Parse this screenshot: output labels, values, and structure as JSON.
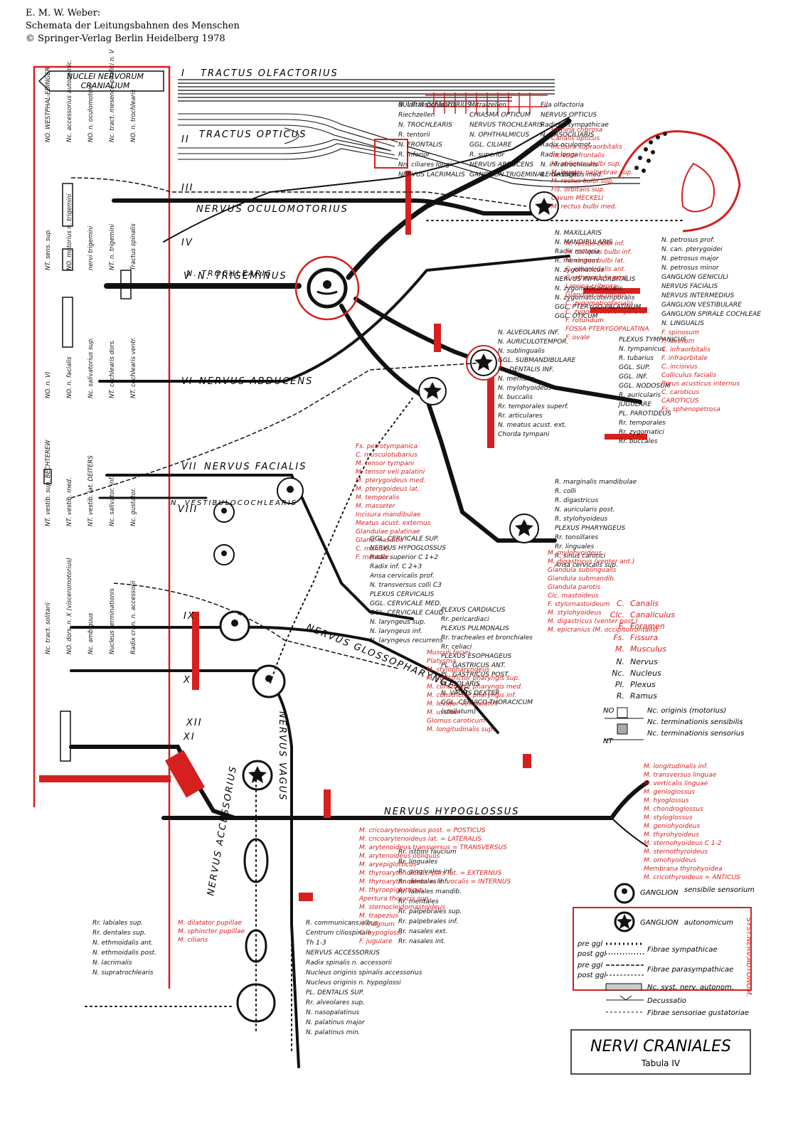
{
  "header": {
    "line1": "E. M. W. Weber:",
    "line2": "Schemata der Leitungsbahnen des Menschen",
    "line3": "© Springer-Verlag Berlin Heidelberg 1978"
  },
  "title_box": {
    "title": "NERVI CRANIALES",
    "subtitle": "Tabula IV"
  },
  "nuclei_box": {
    "line1": "NUCLEI NERVORUM",
    "line2": "CRANIALIUM"
  },
  "colors": {
    "ink": "#111111",
    "red": "#d6201f",
    "paper": "#ffffff"
  },
  "nerves": [
    {
      "id": "I",
      "label": "TRACTUS OLFACTORIUS"
    },
    {
      "id": "II",
      "label": "TRACTUS OPTICUS"
    },
    {
      "id": "III",
      "label": "NERVUS OCULOMOTORIUS"
    },
    {
      "id": "IV",
      "label": "N. TROCHLEARIS"
    },
    {
      "id": "V",
      "label": "N. TRIGEMINUS"
    },
    {
      "id": "VI",
      "label": "NERVUS ABDUCENS"
    },
    {
      "id": "VII",
      "label": "NERVUS FACIALIS"
    },
    {
      "id": "VIII",
      "label": "N. VESTIBULOCOCHLEARIS"
    },
    {
      "id": "IX",
      "label": "NERVUS GLOSSOPHARYNGEUS"
    },
    {
      "id": "X",
      "label": "NERVUS VAGUS"
    },
    {
      "id": "XI",
      "label": "NERVUS ACCESSORIUS"
    },
    {
      "id": "XII",
      "label": "NERVUS HYPOGLOSSUS"
    }
  ],
  "black_labels": [
    "BULBUS OLFACTORIUS",
    "Mitralzellen",
    "Fila olfactoria",
    "Riechzellen",
    "CHIASMA OPTICUM",
    "NERVUS OPTICUS",
    "N. TROCHLEARIS",
    "NERVUS TROCHLEARIS",
    "Radices sympathicae",
    "R. tentorii",
    "N. OPHTHALMICUS",
    "N. NASOCILIARIS",
    "N. FRONTALIS",
    "GGL. CILIARE",
    "Radix oculomot.",
    "R. inferior",
    "R. superior",
    "Radix longa",
    "Nn. ciliares longi",
    "NERVUS ABDUCENS",
    "N. infratrochlearis",
    "NERVUS LACRIMALIS",
    "GANGLION TRIGEMINALE GASSERI",
    "R. meningeus med.",
    "N. MAXILLARIS",
    "N. MANDIBULARIS",
    "Radix motoria",
    "R. meningeus",
    "N. zygomaticus",
    "NERVUS INFRAORBITALIS",
    "N. zygomaticofacialis",
    "N. zygomaticotemporalis",
    "GGL. PTERYGO-PALATINUM",
    "GGL. OTICUM",
    "N. petrosus prof.",
    "N. can. pterygoidei",
    "N. petrosus major",
    "N. petrosus minor",
    "GANGLION GENICULI",
    "NERVUS FACIALIS",
    "NERVUS INTERMEDIUS",
    "GANGLION VESTIBULARE",
    "GANGLION SPIRALE COCHLEAE",
    "N. LINGUALIS",
    "N. ALVEOLARIS INF.",
    "N. AURICULOTEMPOR.",
    "N. sublingualis",
    "GGL. SUBMANDIBULARE",
    "PL. DENTALIS INF.",
    "N. mentalis",
    "N. mylohyoideus",
    "N. buccalis",
    "Rr. temporales superf.",
    "Rr. articulares",
    "N. meatus acust. ext.",
    "Chorda tympani",
    "PLEXUS TYMPANICUS",
    "N. tympanicus",
    "R. tubarius",
    "GGL. SUP.",
    "GGL. INF.",
    "GGL. NODOSUM",
    "R. auricularis",
    "JUGULARE",
    "PL. PAROTIDEUS",
    "Rr. temporales",
    "Rr. zygomatici",
    "Rr. buccales",
    "R. marginalis mandibulae",
    "R. colli",
    "R. digastricus",
    "N. auricularis post.",
    "R. stylohyoideus",
    "PLEXUS PHARYNGEUS",
    "Rr. tonsillares",
    "Rr. linguales",
    "R. sinus carotici",
    "Ansa cervicalis sup.",
    "GGL. CERVICALE SUP.",
    "NERVUS HYPOGLOSSUS",
    "Radix superior C 1+2",
    "Radix inf. C 2+3",
    "Ansa cervicalis prof.",
    "N. transversus colli C3",
    "PLEXUS CERVICALIS",
    "GGL. CERVICALE MED.",
    "GGL. CERVICALE CAUD.",
    "N. laryngeus sup.",
    "N. laryngeus inf.",
    "N. laryngeus recurrens",
    "PLEXUS CARDIACUS",
    "Rr. pericardiaci",
    "PLEXUS PULMONALIS",
    "Rr. tracheales et bronchiales",
    "Rr. celiaci",
    "PLEXUS ESOPHAGEUS",
    "PL. GASTRICUS ANT.",
    "PL. GASTRICUS POST.",
    "PL. SOLARIS",
    "N. VAGUS DEXTER",
    "GGL. CERVICO-THORACICUM",
    "(stellatum)",
    "R. communicans albus",
    "Centrum ciliospinale",
    "Th 1-3",
    "NERVUS ACCESSORIUS",
    "Radix spinalis n. accessorii",
    "Nucleus originis spinalis accessorius",
    "Nucleus originis n. hypoglossi",
    "PL. DENTALIS SUP.",
    "Rr. alveolares sup.",
    "N. nasopalatinus",
    "N. palatinus major",
    "N. palatinus min.",
    "Rr. isthmi faucium",
    "Rr. linguales",
    "Rr. gingivales inf.",
    "Rr. dentales inf.",
    "Rr. labiales mandib.",
    "Rr. mentales",
    "Rr. palpebrales sup.",
    "Rr. palpebrales inf.",
    "Rr. nasales ext.",
    "Rr. nasales int.",
    "Rr. labiales sup.",
    "Rr. dentales sup.",
    "N. ethmoidalis ant.",
    "N. ethmoidalis post.",
    "N. lacrimalis",
    "N. supratrochlearis",
    "N. infratrochlearis"
  ],
  "red_labels": [
    "Lamina cribrosa",
    "Canalis opticus",
    "Incisura supraorbitalis",
    "Incisura frontalis",
    "M. obliquus bulbi sup.",
    "M. levator palpebrae sup.",
    "M. rectus bulbi sup.",
    "Fis. orbitalis sup.",
    "Cavum MECKELI",
    "M. rectus bulbi med.",
    "M. rectus bulbi inf.",
    "M. obliquus bulbi inf.",
    "M. rectus bulbi lat.",
    "C. ethmoidalis ant.",
    "C. ethmoidalis post.",
    "Lamina cribrosa",
    "Glandula lacrimalis",
    "C. zygomaticofacialis",
    "C. zygomaticotemporalis",
    "F. rotundum",
    "FOSSA PTERYGOPALATINA",
    "F. ovale",
    "F. spinosum",
    "F. lacerum",
    "C. infraorbitalis",
    "F. infraorbitale",
    "C. incisivus",
    "Colliculus facialis",
    "Porus acusticus internus",
    "C. caroticus",
    "CAROTICUS",
    "Fs. sphenopetrosa",
    "Fs. petrotympanica",
    "C. musculotubarius",
    "M. tensor tympani",
    "M. tensor veli palatini",
    "M. pterygoideus med.",
    "M. pterygoideus lat.",
    "M. temporalis",
    "M. masseter",
    "Incisura mandibulae",
    "Meatus acust. externus",
    "Glandulae palatinae",
    "Gland. nasales",
    "C. mandib.",
    "F. mentale",
    "M. mylohyoideus",
    "M. digastricus (venter ant.)",
    "Glandula sublingualis",
    "Glandula submandib.",
    "Glandula parotis",
    "Clc. mastoideus",
    "F. stylomastoideum",
    "M. stylohyoideus",
    "M. digastricus (venter post.)",
    "M. epicranius (M. occipitofrontalis)",
    "Musculi faciei",
    "Platysma",
    "M. stylopharyngeus",
    "M. constrictor pharyngis sup.",
    "M. constrictor pharyngis med.",
    "M. constrictor pharyngis inf.",
    "M. levator veli palatini",
    "M. uvulae",
    "Glomus caroticum",
    "M. longitudinalis sup.",
    "M. longitudinalis inf.",
    "M. transversus linguae",
    "M. verticalis linguae",
    "M. genioglossus",
    "M. hyoglossus",
    "M. chondroglossus",
    "M. styloglossus",
    "M. geniohyoideus",
    "M. thyrohyoideus",
    "M. sternohyoideus C 1-2",
    "M. sternothyroideus",
    "M. omohyoideus",
    "Membrana thyrohyoidea",
    "M. cricothyroideus = ANTICUS",
    "M. cricoarytenoideus post. = POSTICUS",
    "M. cricoarytenoideus lat. = LATERALIS",
    "M. arytenoideus transversus = TRANSVERSUS",
    "M. arytenoideus obliquus",
    "M. aryepiglotticus",
    "M. thyroarytenoideus, pars lat. = EXTERNUS",
    "M. thyroarytenoideus = M. vocalis = INTERNUS",
    "M. thyroepiglotticus",
    "Apertura thoracis sup.",
    "M. sternocleidomastoideus",
    "M. trapezius",
    "F. magnum",
    "C. hypoglossi",
    "F. jugulare",
    "M. dilatator pupillae",
    "M. sphincter pupillae",
    "M. ciliaris"
  ],
  "left_column_labels": [
    "NO. WESTPHAL-EDINGER",
    "Nc. accessorius autonomic.",
    "NO. n. oculomotorii",
    "Nc. tract. mesence-phalici n. V",
    "NO. n. trochlearis",
    "NT. sens. sup.",
    "NO. motorius n. trigemini",
    "nervi trigemini",
    "NT. n. trigemini",
    "Tractus spinalis",
    "NO. n. VI",
    "NO. n. facialis",
    "Nc. salivatorius sup.",
    "NT. cochlearis dors.",
    "NT. cochlearis ventr.",
    "NT. vestib. sup. BECHTEREW",
    "NT. vestib. med.",
    "NT. vestib. lat. DEITERS",
    "Nc. salivator. inf.",
    "Nc. gustator.",
    "Nc. tract. solitarii",
    "NO. dors. n. X (visceromotorius)",
    "Nc. ambiguus",
    "Nucleus terminationis",
    "Radix cran. n. accessorii"
  ],
  "legend_abbrev": [
    {
      "abbr": "C.",
      "full": "Canalis"
    },
    {
      "abbr": "Clc.",
      "full": "Canaliculus"
    },
    {
      "abbr": "F.",
      "full": "Foramen"
    },
    {
      "abbr": "Fs.",
      "full": "Fissura"
    },
    {
      "abbr": "M.",
      "full": "Musculus"
    },
    {
      "abbr": "N.",
      "full": "Nervus"
    },
    {
      "abbr": "Nc.",
      "full": "Nucleus"
    },
    {
      "abbr": "Pl.",
      "full": "Plexus"
    },
    {
      "abbr": "R.",
      "full": "Ramus"
    }
  ],
  "legend_nuclei": [
    {
      "tag": "NO",
      "text": "Nc. originis (motorius)"
    },
    {
      "tag": "",
      "text": "Nc. terminationis sensibilis"
    },
    {
      "tag": "NT",
      "text": "Nc. terminationis sensorius"
    }
  ],
  "legend_ganglia": [
    {
      "label": "GANGLION",
      "desc": "sensibile sensorium"
    },
    {
      "label": "GANGLION",
      "desc": "autonomicum"
    }
  ],
  "legend_fibres": {
    "side_title": "SYST.NERV.AUTONOM.",
    "rows": [
      {
        "left": "pre ggl",
        "text": "Fibrae sympathicae"
      },
      {
        "left": "post ggl",
        "text": ""
      },
      {
        "left": "pre ggl",
        "text": "Fibrae parasympathicae"
      },
      {
        "left": "post ggl",
        "text": ""
      },
      {
        "left": "",
        "text": "Nc. syst. nerv. autonom."
      },
      {
        "left": "",
        "text": "Decussatio"
      },
      {
        "left": "",
        "text": "Fibrae sensoriae gustatoriae"
      }
    ]
  }
}
